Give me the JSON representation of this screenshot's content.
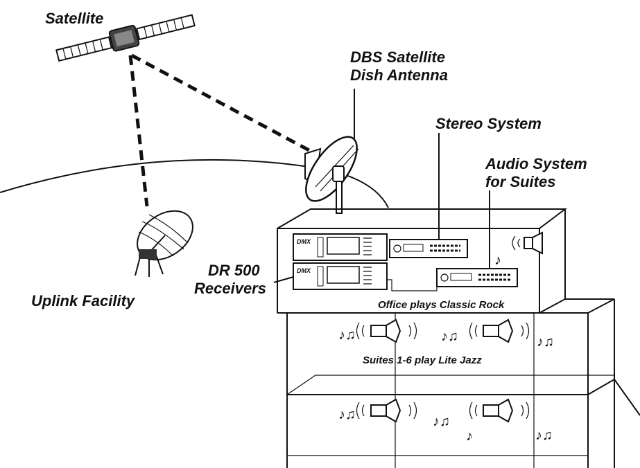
{
  "labels": {
    "satellite": "Satellite",
    "dish_line1": "DBS Satellite",
    "dish_line2": "Dish Antenna",
    "stereo": "Stereo System",
    "audio_line1": "Audio System",
    "audio_line2": "for Suites",
    "uplink": "Uplink Facility",
    "receivers_line1": "DR 500",
    "receivers_line2": "Receivers",
    "office": "Office plays Classic Rock",
    "suites": "Suites 1-6 play Lite Jazz"
  },
  "receiver_brand": "DMX",
  "music_note": "♪♫"
}
